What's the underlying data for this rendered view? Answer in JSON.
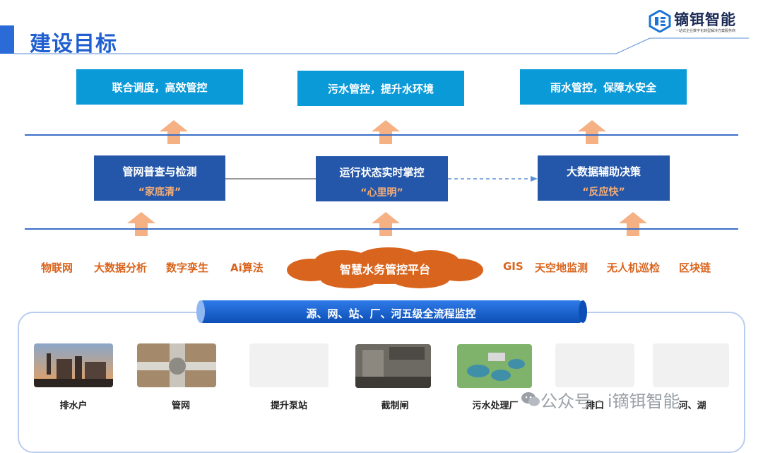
{
  "header": {
    "title": "建设目标",
    "logo_name": "镝铒智能",
    "logo_tagline": "一站式企业数字化转型解决方案服务商",
    "accent_color": "#2a6bd8"
  },
  "goals": [
    {
      "label": "联合调度，高效管控"
    },
    {
      "label": "污水管控，提升水环境"
    },
    {
      "label": "雨水管控，保障水安全"
    }
  ],
  "stages": [
    {
      "label": "管网普查与检测",
      "sub": "“家底清”"
    },
    {
      "label": "运行状态实时掌控",
      "sub": "“心里明”"
    },
    {
      "label": "大数据辅助决策",
      "sub": "“反应快”"
    }
  ],
  "technologies_left": [
    "物联网",
    "大数据分析",
    "数字孪生",
    "Ai算法"
  ],
  "platform": "智慧水务管控平台",
  "technologies_right": [
    "GIS",
    "天空地监测",
    "无人机巡检",
    "区块链"
  ],
  "monitoring": {
    "banner": "源、网、站、厂、河五级全流程监控",
    "items": [
      {
        "label": "排水户",
        "icon": "factory-photo"
      },
      {
        "label": "管网",
        "icon": "pipe-photo"
      },
      {
        "label": "提升泵站",
        "icon": "pump-station-photo"
      },
      {
        "label": "截制闸",
        "icon": "gate-photo"
      },
      {
        "label": "污水处理厂",
        "icon": "treatment-plant-photo"
      },
      {
        "label": "排口",
        "icon": "outlet-photo"
      },
      {
        "label": "河、湖",
        "icon": "river-lake-photo"
      }
    ]
  },
  "watermark": "公众号 · i镝铒智能",
  "colors": {
    "goal_box": "#0b9ad8",
    "stage_box": "#2457a9",
    "stage_sub": "#f3ad78",
    "tech_text": "#d9641d",
    "cloud": "#d9641d",
    "arrow": "#f5b183"
  }
}
